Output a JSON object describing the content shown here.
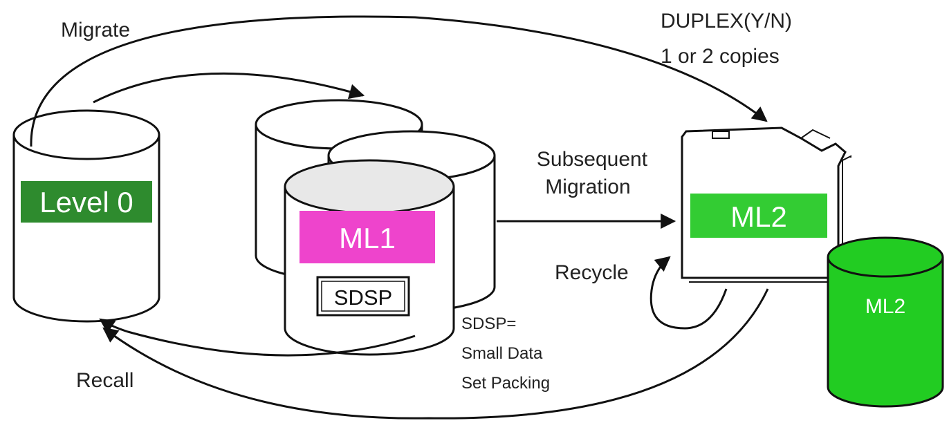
{
  "labels": {
    "migrate": "Migrate",
    "duplex_line1": "DUPLEX(Y/N)",
    "duplex_line2": "1 or 2 copies",
    "subsequent_line1": "Subsequent",
    "subsequent_line2": "Migration",
    "recycle": "Recycle",
    "recall": "Recall",
    "sdsp_note_line1": "SDSP=",
    "sdsp_note_line2": "Small Data",
    "sdsp_note_line3": "Set Packing"
  },
  "nodes": {
    "level0": {
      "label": "Level 0",
      "badge_color": "#2e8b2e"
    },
    "ml1": {
      "label": "ML1",
      "sublabel": "SDSP",
      "badge_color": "#ee44cc"
    },
    "ml2_tape": {
      "label": "ML2",
      "badge_color": "#33cc33"
    },
    "ml2_disk": {
      "label": "ML2",
      "fill_color": "#22cc22"
    }
  }
}
